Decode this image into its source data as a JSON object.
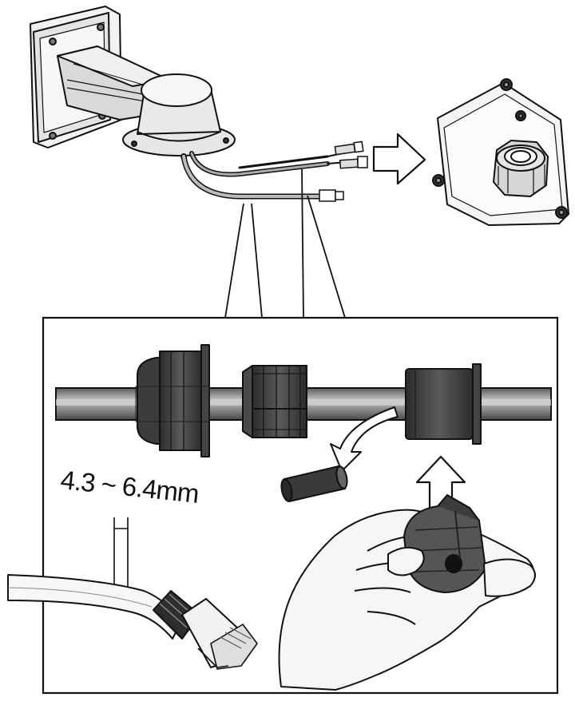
{
  "diagram": {
    "cable_diameter_label": "4.3 ~ 6.4mm",
    "colors": {
      "stroke": "#111111",
      "body_light": "#eeeeee",
      "body_mid": "#cfcfcf",
      "rubber_dark": "#3a3a3a",
      "cable_gray": "#8a8a8a",
      "skin": "#f4f4f4"
    },
    "icons": [
      "wall-mount-bracket",
      "arrow-right",
      "junction-box-with-gland",
      "cable-gland",
      "seal-insert",
      "arrow-up",
      "curved-arrow",
      "rj45-plug",
      "hand"
    ]
  }
}
